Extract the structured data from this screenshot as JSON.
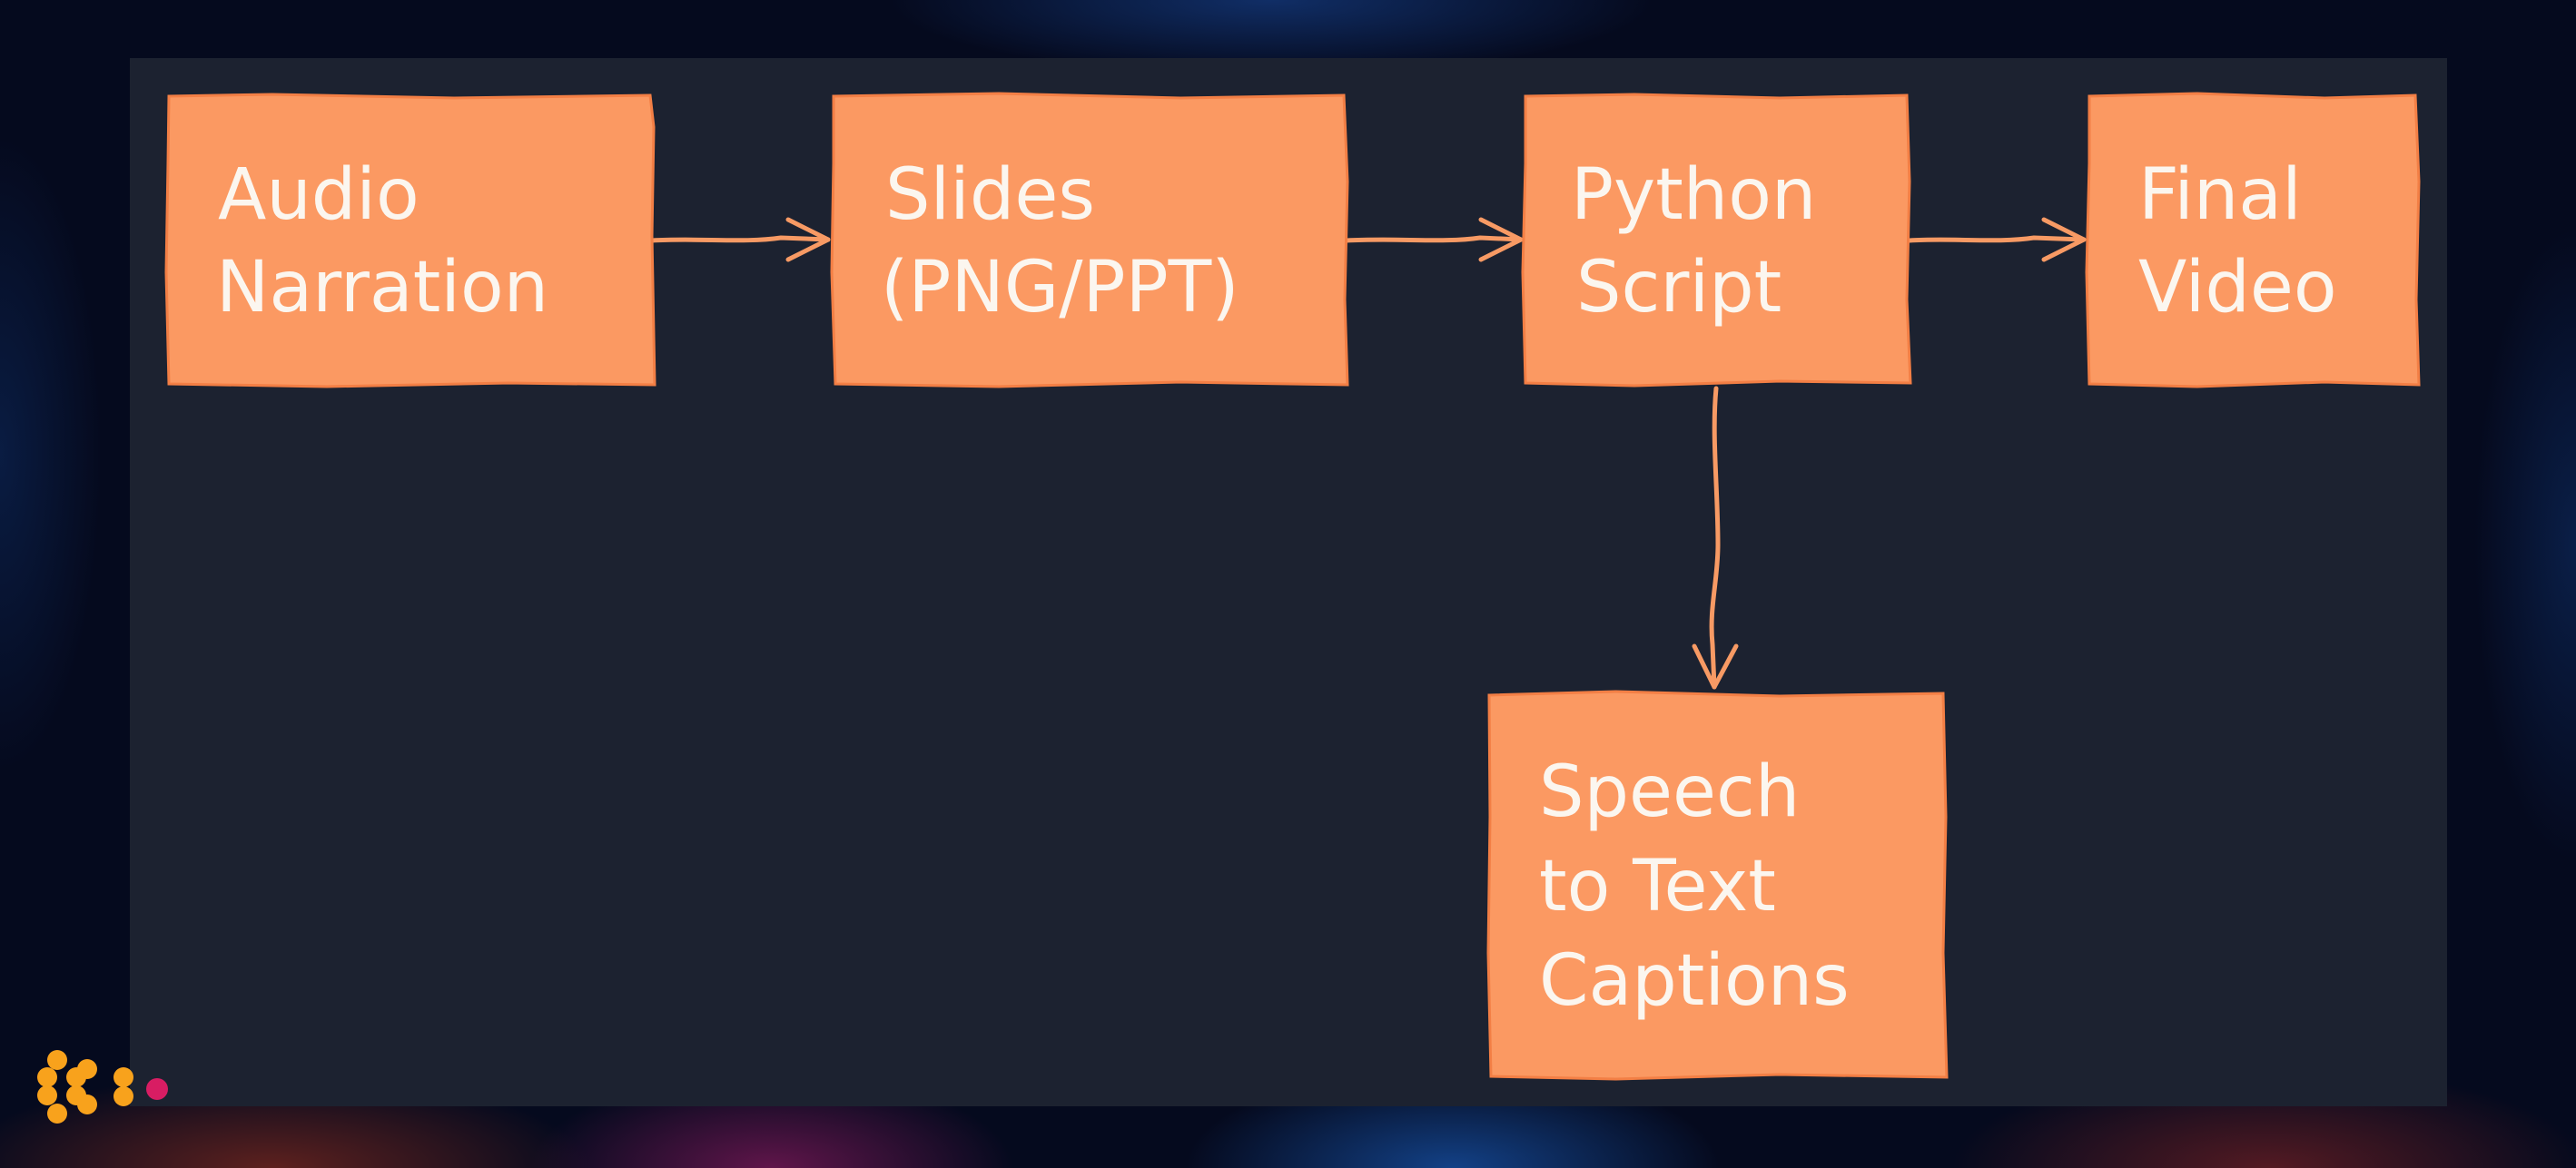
{
  "diagram": {
    "type": "flowchart",
    "nodes": [
      {
        "id": "audio",
        "lines": [
          "Audio",
          "Narration"
        ]
      },
      {
        "id": "slides",
        "lines": [
          "Slides",
          "(PNG/PPT)"
        ]
      },
      {
        "id": "python",
        "lines": [
          "Python",
          "Script"
        ]
      },
      {
        "id": "final",
        "lines": [
          "Final",
          "Video"
        ]
      },
      {
        "id": "speech",
        "lines": [
          "Speech",
          "to Text",
          "Captions"
        ]
      }
    ],
    "edges": [
      {
        "from": "audio",
        "to": "slides"
      },
      {
        "from": "slides",
        "to": "python"
      },
      {
        "from": "python",
        "to": "final"
      },
      {
        "from": "python",
        "to": "speech"
      }
    ]
  },
  "colors": {
    "node_fill": "#fb9962",
    "node_text": "#fbf6ef",
    "panel_background": "#1c2230",
    "edge": "#f79a64",
    "logo_dots": "#f8a21c",
    "logo_accent": "#d81d63"
  },
  "logo": {
    "icon": "dotted-logo-icon"
  }
}
